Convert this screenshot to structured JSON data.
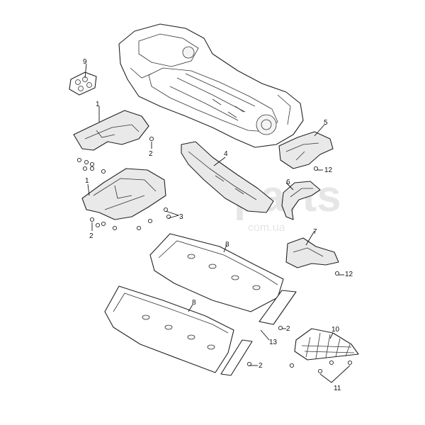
{
  "watermark": {
    "brand": "parts",
    "domain": "com.ua"
  },
  "callouts": {
    "c1a": "1",
    "c1b": "1",
    "c2a": "2",
    "c2b": "2",
    "c2c": "2",
    "c2d": "2",
    "c3": "3",
    "c4": "4",
    "c5": "5",
    "c6": "6",
    "c7": "7",
    "c8a": "8",
    "c8b": "8",
    "c9": "9",
    "c10": "10",
    "c11": "11",
    "c12a": "12",
    "c12b": "12",
    "c13": "13"
  }
}
